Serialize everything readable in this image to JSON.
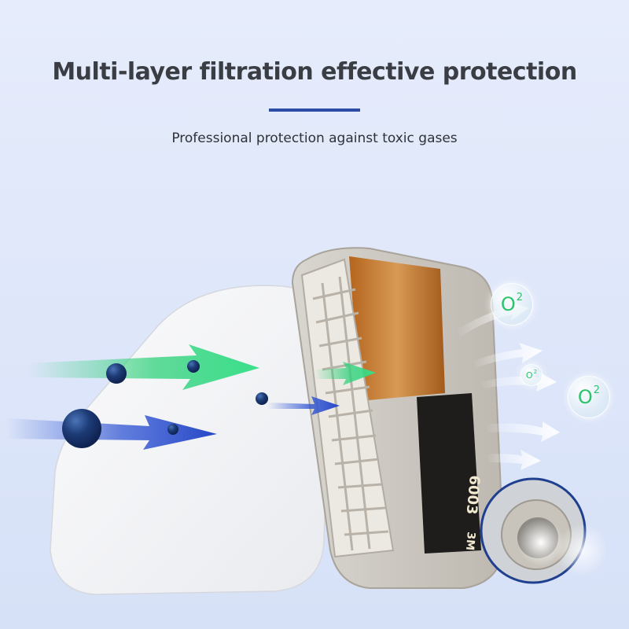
{
  "header": {
    "title": "Multi-layer filtration effective protection",
    "subtitle": "Professional protection against toxic gases"
  },
  "oxygen_badges": [
    {
      "letter": "O",
      "sup": "2"
    },
    {
      "letter": "O",
      "sup": "2"
    },
    {
      "letter": "O",
      "sup": "2"
    }
  ],
  "cartridge": {
    "brand": "3M",
    "model": "6003"
  },
  "colors": {
    "accent_line": "#2c4ca6",
    "green_arrow": "#2fd07a",
    "blue_arrow": "#2f55d4",
    "particle": "#1d3b76",
    "oxygen_text": "#2cc36b"
  }
}
